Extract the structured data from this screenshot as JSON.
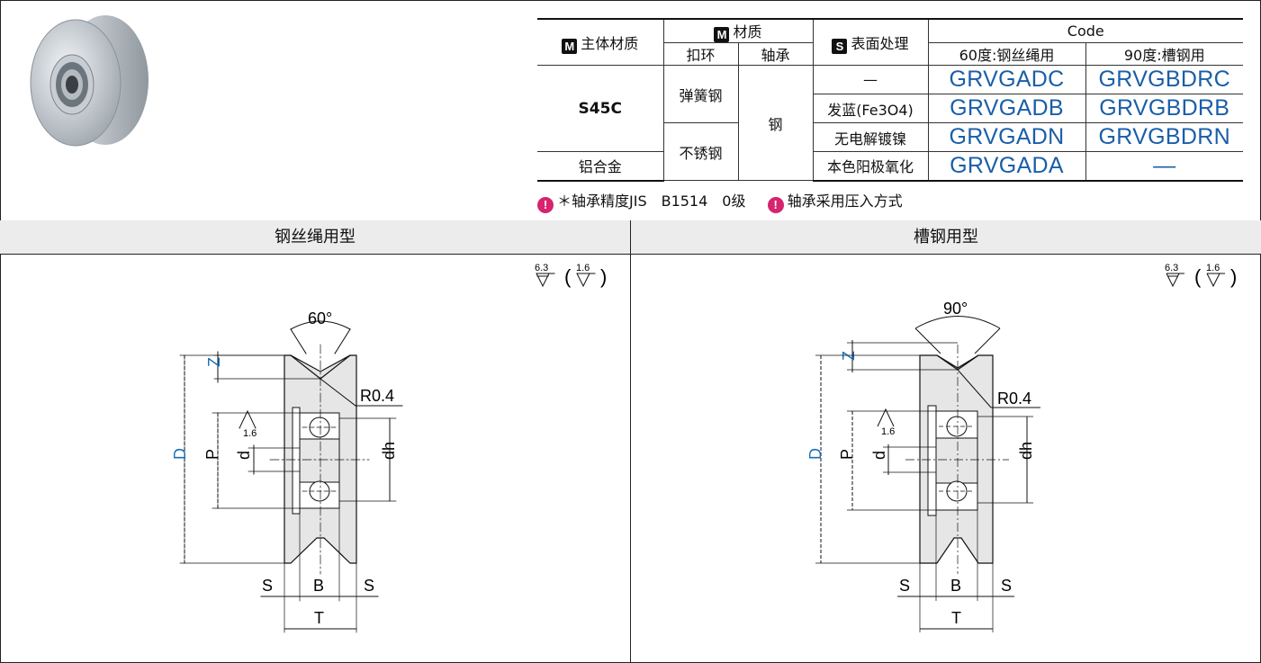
{
  "table": {
    "h_material": "主体材质",
    "h_m_badge": "M",
    "h_material2": "材质",
    "h_s_badge": "S",
    "h_surface": "表面处理",
    "h_code": "Code",
    "h_buckle": "扣环",
    "h_bearing": "轴承",
    "h_code60": "60度:钢丝绳用",
    "h_code90": "90度:槽钢用",
    "mat_s45c": "S45C",
    "mat_alu": "铝合金",
    "buckle_spring": "弹簧钢",
    "buckle_stainless": "不锈钢",
    "bearing_steel": "钢",
    "surfaces": [
      "—",
      "发蓝(Fe3O4)",
      "无电解镀镍",
      "本色阳极氧化"
    ],
    "codes60": [
      "GRVGADC",
      "GRVGADB",
      "GRVGADN",
      "GRVGADA"
    ],
    "codes90": [
      "GRVGBDRC",
      "GRVGBDRB",
      "GRVGBDRN",
      "—"
    ]
  },
  "notes": {
    "note1": "＊轴承精度JIS　B1514　0级",
    "note2": "轴承采用压入方式"
  },
  "sections": {
    "left_title": "钢丝绳用型",
    "right_title": "槽钢用型"
  },
  "drawing": {
    "finish_main": "6.3",
    "finish_paren": "1.6",
    "bore_finish": "1.6",
    "angle_left": "60°",
    "angle_right": "90°",
    "radius": "R0.4",
    "dim_Z": "Z",
    "dim_D": "D",
    "dim_P": "P",
    "dim_d": "d",
    "dim_dh": "dh",
    "dim_S": "S",
    "dim_B": "B",
    "dim_T": "T"
  },
  "colors": {
    "code_blue": "#1a5ea8",
    "warn_pink": "#d6246e",
    "dim_blue": "#1a6fb8",
    "header_gray": "#ececec"
  }
}
